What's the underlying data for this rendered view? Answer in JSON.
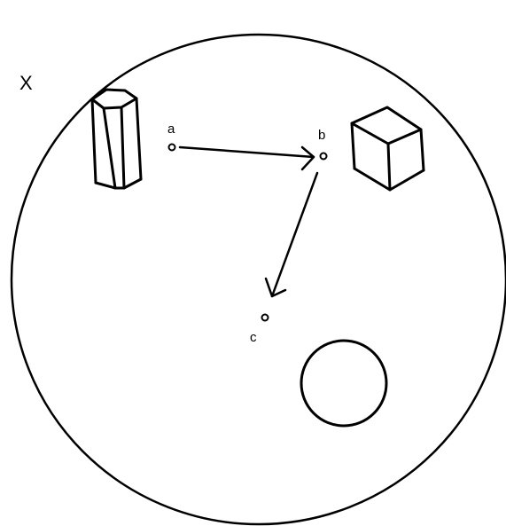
{
  "labels": {
    "region": "X",
    "point_a": "a",
    "point_b": "b",
    "point_c": "c"
  },
  "colors": {
    "stroke": "#000000",
    "background": "#ffffff"
  },
  "objects": [
    {
      "kind": "hexagonal-prism",
      "icon": "hexagonal-prism-icon"
    },
    {
      "kind": "cube",
      "icon": "cube-icon"
    },
    {
      "kind": "circle",
      "icon": "circle-icon"
    }
  ],
  "arrows": [
    {
      "from": "a",
      "to": "b"
    },
    {
      "from": "b",
      "to": "c"
    }
  ]
}
